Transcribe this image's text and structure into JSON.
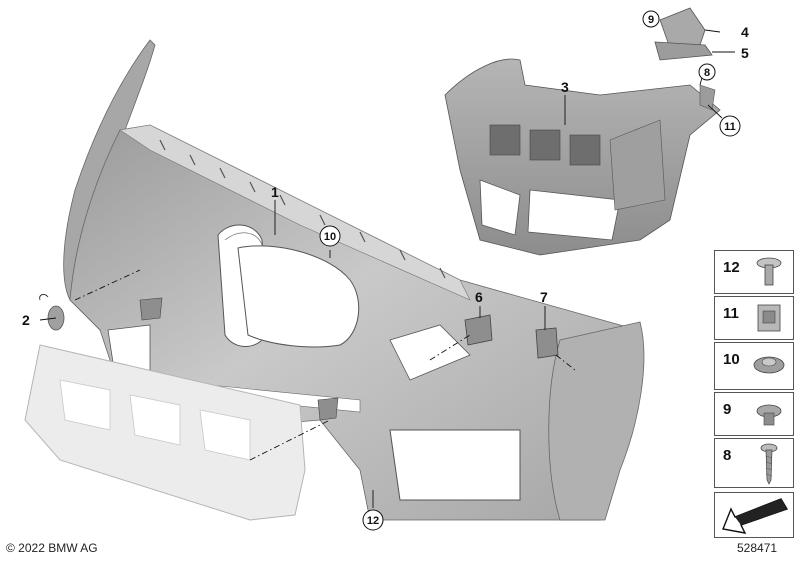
{
  "parts": {
    "bumper": "1",
    "cover": "2",
    "carrier": "3",
    "bracket_upper": "4",
    "bracket_lower": "5",
    "left_guide": "6",
    "right_guide": "7",
    "screw_8": "8",
    "nut_9": "9",
    "screw_10": "10",
    "clip_11": "11",
    "rivet_12": "12"
  },
  "legend": [
    "12",
    "11",
    "10",
    "9",
    "8"
  ],
  "footer": {
    "copyright": "© 2022 BMW AG",
    "diagram_id": "528471"
  },
  "colors": {
    "part_fill": "#bfbfbf",
    "part_shadow": "#8f8f8f",
    "part_dark": "#6e6e6e",
    "absorber_fill": "#ececec",
    "line": "#111111"
  }
}
